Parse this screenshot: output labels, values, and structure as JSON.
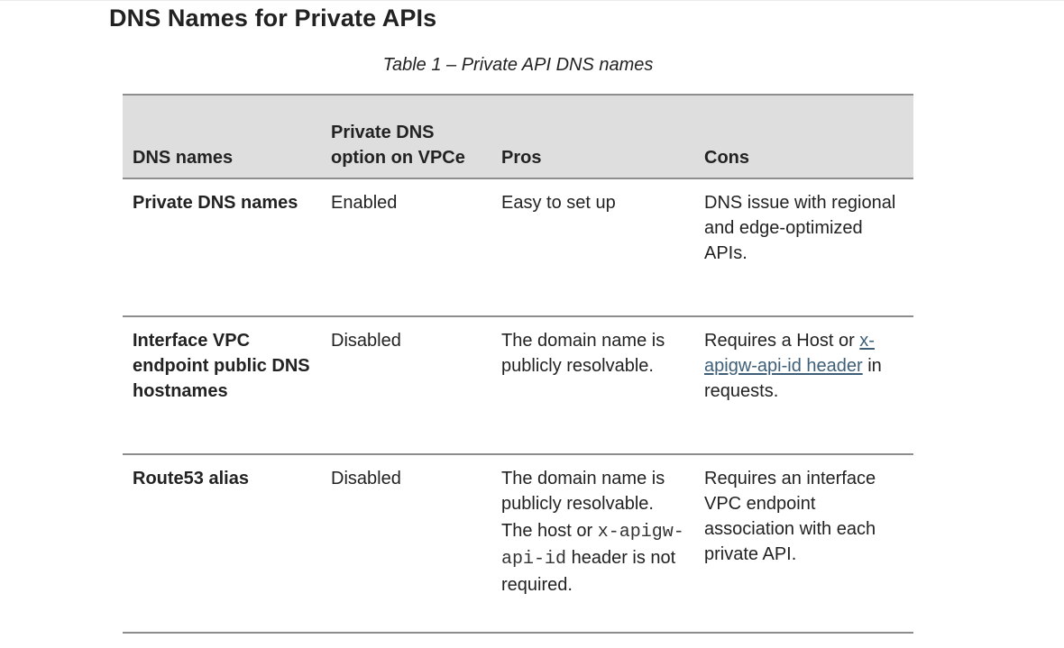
{
  "page": {
    "heading": "DNS Names for Private APIs",
    "caption": "Table 1 – Private API DNS names"
  },
  "table": {
    "headers": [
      "DNS names",
      "Private DNS option on VPCe",
      "Pros",
      "Cons"
    ],
    "rows": [
      {
        "name": "Private DNS names",
        "option": "Enabled",
        "pros": "Easy to set up",
        "cons": "DNS issue with regional and edge-optimized APIs."
      },
      {
        "name": "Interface VPC endpoint public DNS hostnames",
        "option": "Disabled",
        "pros": "The domain name is publicly resolvable.",
        "cons_before": "Requires a Host or ",
        "cons_link": "x-apigw-api-id header",
        "cons_after": " in requests."
      },
      {
        "name": "Route53 alias",
        "option": "Disabled",
        "pros": "The domain name is publicly resolvable.",
        "pros_2_before": "The host or ",
        "pros_2_code": "x-apigw-api-id",
        "pros_2_after": " header is not required.",
        "cons": "Requires an interface VPC endpoint association with each private API."
      }
    ]
  },
  "colors": {
    "header_bg": "#dedede",
    "rule": "#8d8d8d",
    "link": "#3e5f77",
    "text": "#222222"
  }
}
